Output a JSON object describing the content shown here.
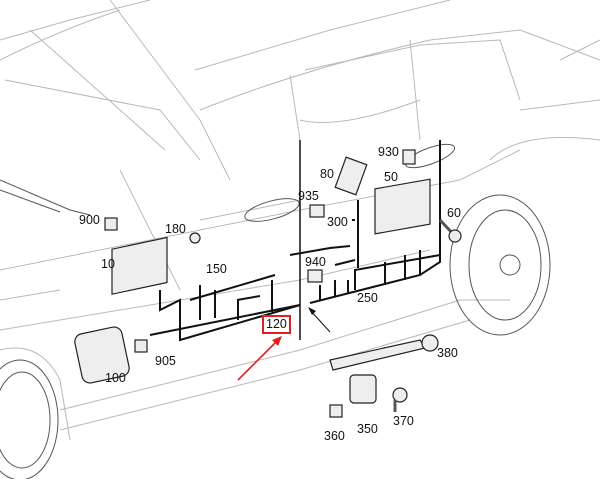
{
  "diagram": {
    "highlight_color": "#e02020",
    "highlighted_part": "120",
    "labels": {
      "p900": "900",
      "p180": "180",
      "p10": "10",
      "p150": "150",
      "p935": "935",
      "p80": "80",
      "p930": "930",
      "p50": "50",
      "p300": "300",
      "p60": "60",
      "p940": "940",
      "p250": "250",
      "p120": "120",
      "p380": "380",
      "p905": "905",
      "p100": "100",
      "p360": "360",
      "p350": "350",
      "p370": "370"
    }
  }
}
